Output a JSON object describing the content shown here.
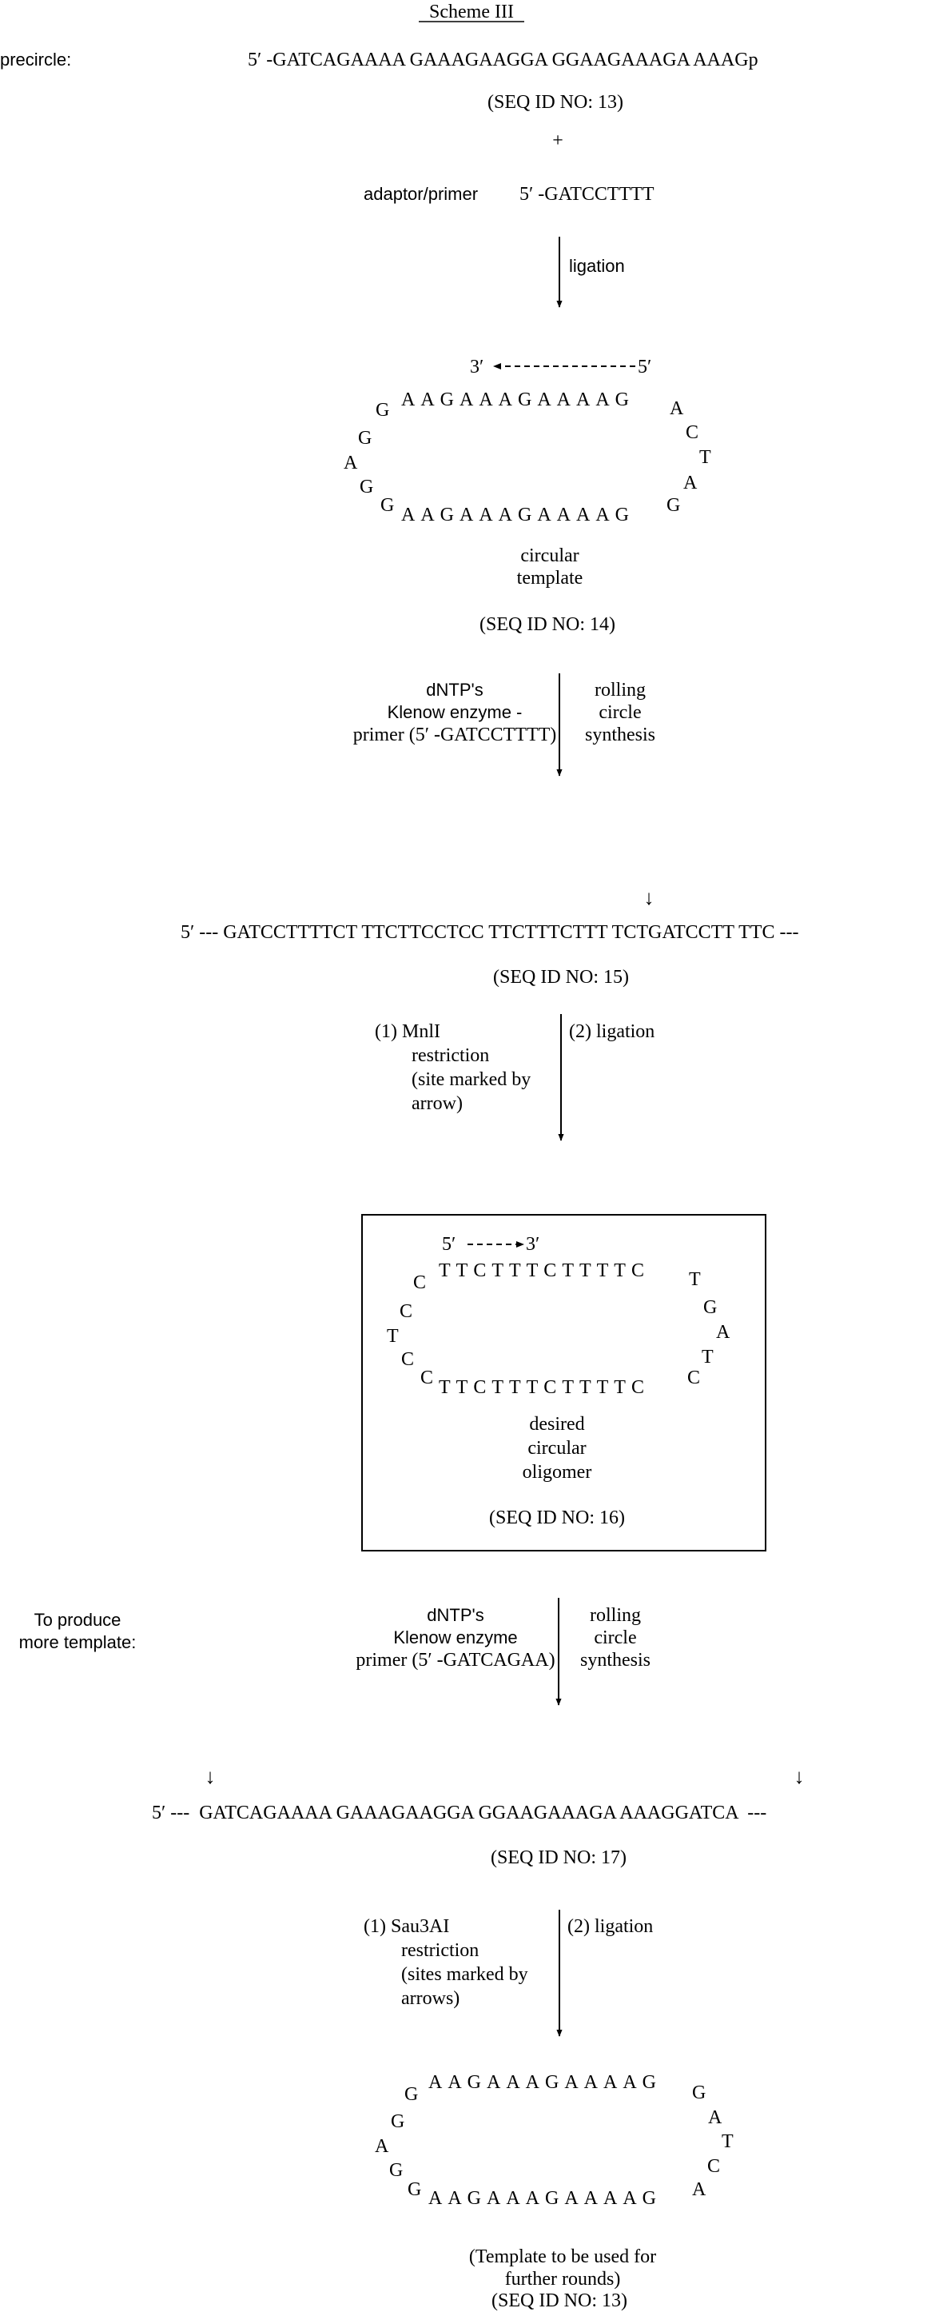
{
  "title": "Scheme III",
  "precircle": {
    "label": "precircle:",
    "sequence": "5′ -GATCAGAAAA GAAAGAAGGA GGAAGAAAGA AAAGp",
    "seq_id": "(SEQ ID NO: 13)",
    "plus": "+",
    "adaptor_label": "adaptor/primer",
    "adaptor_sequence": "5′ -GATCCTTTT"
  },
  "step1": {
    "label": "ligation"
  },
  "circle1": {
    "end3": "3′",
    "end5": "5′",
    "top_strand": "AAGAAAGAAAAG",
    "bottom_strand": "AAGAAAGAAAAG",
    "left_letters": [
      "G",
      "G",
      "A",
      "G",
      "G"
    ],
    "right_letters": [
      "A",
      "C",
      "T",
      "A",
      "G"
    ],
    "caption_line1": "circular",
    "caption_line2": "template",
    "seq_id": "(SEQ ID NO: 14)"
  },
  "step2": {
    "left_line1": "dNTP's",
    "left_line2": "Klenow enzyme -",
    "left_line3": "primer (5′ -GATCCTTTT)",
    "right_line1": "rolling",
    "right_line2": "circle",
    "right_line3": "synthesis"
  },
  "product1": {
    "arrow": "↓",
    "sequence": "5′ --- GATCCTTTTCT TTCTTCCTCC TTCTTTCTTT TCTGATCCTT TTC ---",
    "seq_id": "(SEQ ID NO: 15)"
  },
  "step3": {
    "left_line1": "(1) MnlI",
    "left_line2": "restriction",
    "left_line3": "(site marked by",
    "left_line4": "arrow)",
    "right_label": "(2) ligation"
  },
  "circle2": {
    "end5": "5′",
    "end3": "3′",
    "top_strand": "TTCTTTCTTTTC",
    "bottom_strand": "TTCTTTCTTTTC",
    "left_letters": [
      "C",
      "C",
      "T",
      "C",
      "C"
    ],
    "right_letters": [
      "T",
      "G",
      "A",
      "T",
      "C"
    ],
    "caption_line1": "desired",
    "caption_line2": "circular",
    "caption_line3": "oligomer",
    "seq_id": "(SEQ ID NO: 16)"
  },
  "step4": {
    "side_line1": "To produce",
    "side_line2": "more template:",
    "left_line1": "dNTP's",
    "left_line2": "Klenow enzyme",
    "left_line3": "primer (5′ -GATCAGAA)",
    "right_line1": "rolling",
    "right_line2": "circle",
    "right_line3": "synthesis"
  },
  "product2": {
    "arrow_left": "↓",
    "arrow_right": "↓",
    "sequence": "5′ ---  GATCAGAAAA GAAAGAAGGA GGAAGAAAGA AAAGGATCA  ---",
    "seq_id": "(SEQ ID NO: 17)"
  },
  "step5": {
    "left_line1": "(1) Sau3AI",
    "left_line2": "restriction",
    "left_line3": "(sites marked by",
    "left_line4": "arrows)",
    "right_label": "(2) ligation"
  },
  "circle3": {
    "top_strand": "AAGAAAGAAAAG",
    "bottom_strand": "AAGAAAGAAAAG",
    "left_letters": [
      "G",
      "G",
      "A",
      "G",
      "G"
    ],
    "right_letters": [
      "G",
      "A",
      "T",
      "C",
      "A"
    ],
    "caption_line1": "(Template to be used for",
    "caption_line2": "further rounds)",
    "seq_id": "(SEQ ID NO: 13)"
  }
}
